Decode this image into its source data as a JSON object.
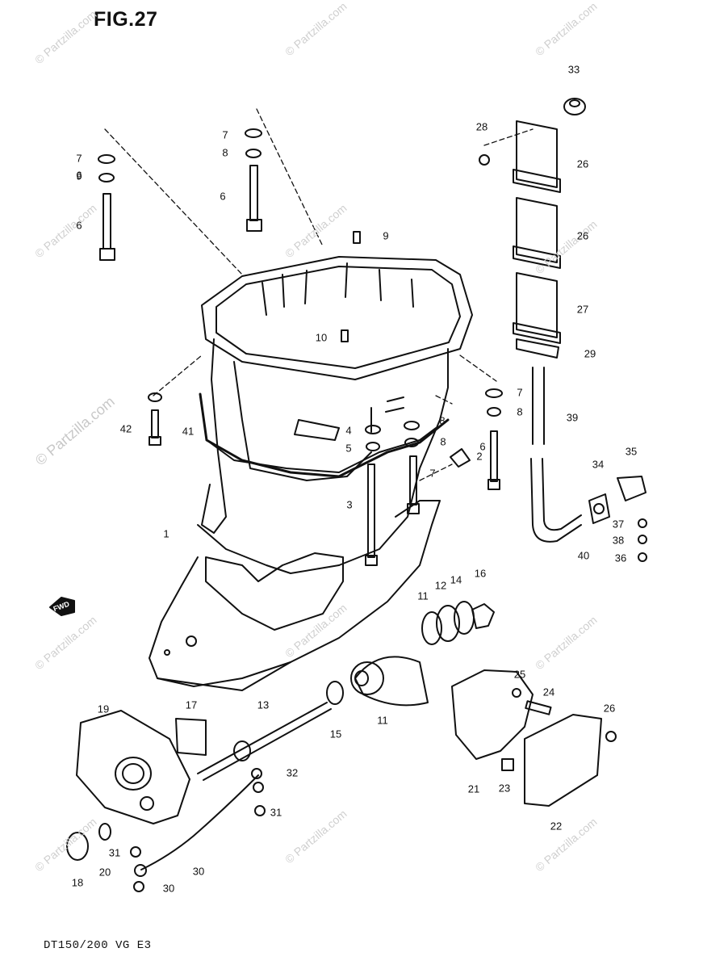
{
  "figure": {
    "title": "FIG.27",
    "model_code": "DT150/200 VG E3"
  },
  "watermark": "© Partzilla.com",
  "fwd_label": "FWD",
  "callouts": [
    "1",
    "2",
    "3",
    "4",
    "5",
    "6",
    "6",
    "6",
    "6",
    "7",
    "7",
    "7",
    "7",
    "8",
    "8",
    "8",
    "8",
    "9",
    "9",
    "10",
    "11",
    "11",
    "12",
    "13",
    "14",
    "15",
    "16",
    "17",
    "18",
    "19",
    "20",
    "21",
    "22",
    "23",
    "24",
    "25",
    "26",
    "26",
    "26",
    "27",
    "28",
    "29",
    "30",
    "30",
    "31",
    "31",
    "32",
    "33",
    "34",
    "35",
    "36",
    "37",
    "38",
    "39",
    "40",
    "41",
    "42"
  ]
}
